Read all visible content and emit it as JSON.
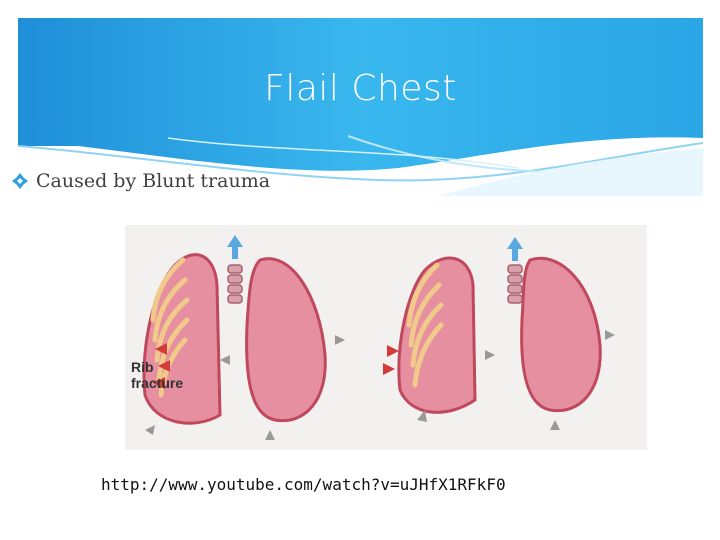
{
  "slide": {
    "title": "Flail Chest",
    "bullets": [
      {
        "text": "Caused by Blunt trauma",
        "icon": "diamond-bullet-icon"
      }
    ],
    "figure": {
      "label_line1": "Rib",
      "label_line2": "fracture"
    },
    "link_text": "http://www.youtube.com/watch?v=uJHfX1RFkF0",
    "colors": {
      "banner_light": "#39b7ee",
      "banner_dark": "#1f8fd8",
      "bullet_color": "#2e9fe0",
      "lung_fill": "#e58fa0",
      "lung_outline": "#c0485d",
      "rib_color": "#f1c98a",
      "arrow_red": "#d33a3a",
      "arrow_blue": "#5aa8e0"
    }
  }
}
